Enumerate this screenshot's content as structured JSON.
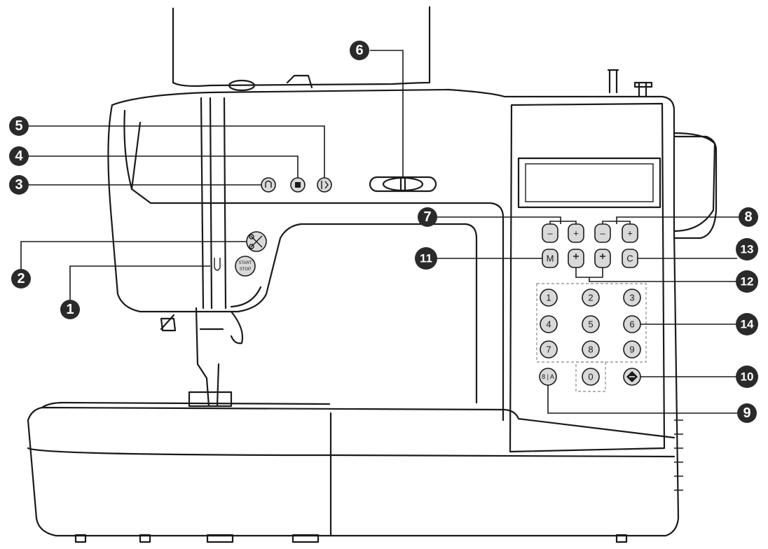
{
  "callouts": [
    "1",
    "2",
    "3",
    "4",
    "5",
    "6",
    "7",
    "8",
    "9",
    "10",
    "11",
    "12",
    "13",
    "14"
  ],
  "panel": {
    "plus": "+",
    "minus": "–",
    "memory": "M",
    "clear": "C",
    "start_stop": "START\nSTOP",
    "digits": [
      "1",
      "2",
      "3",
      "4",
      "5",
      "6",
      "7",
      "8",
      "9",
      "0"
    ],
    "mode": "8 | A"
  }
}
